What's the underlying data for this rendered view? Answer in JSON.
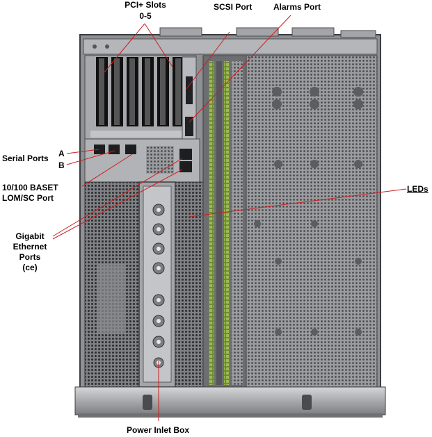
{
  "labels": {
    "pci_slots": "PCI+ Slots",
    "pci_range": "0-5",
    "scsi_port": "SCSI Port",
    "alarms_port": "Alarms Port",
    "serial_ports": "Serial Ports",
    "serial_a": "A",
    "serial_b": "B",
    "lom_line1": "10/100 BASET",
    "lom_line2": "LOM/SC Port",
    "leds": "LEDs",
    "gigabit_line1": "Gigabit",
    "gigabit_line2": "Ethernet",
    "gigabit_line3": "Ports",
    "gigabit_line4": "(ce)",
    "power_inlet": "Power Inlet Box"
  },
  "colors": {
    "leader_line": "#cc1f1f",
    "chassis": "#8e9093",
    "chassis_dark": "#3c3d40",
    "grille": "#b9bbbe",
    "led_strip": "#7a9a3c"
  }
}
